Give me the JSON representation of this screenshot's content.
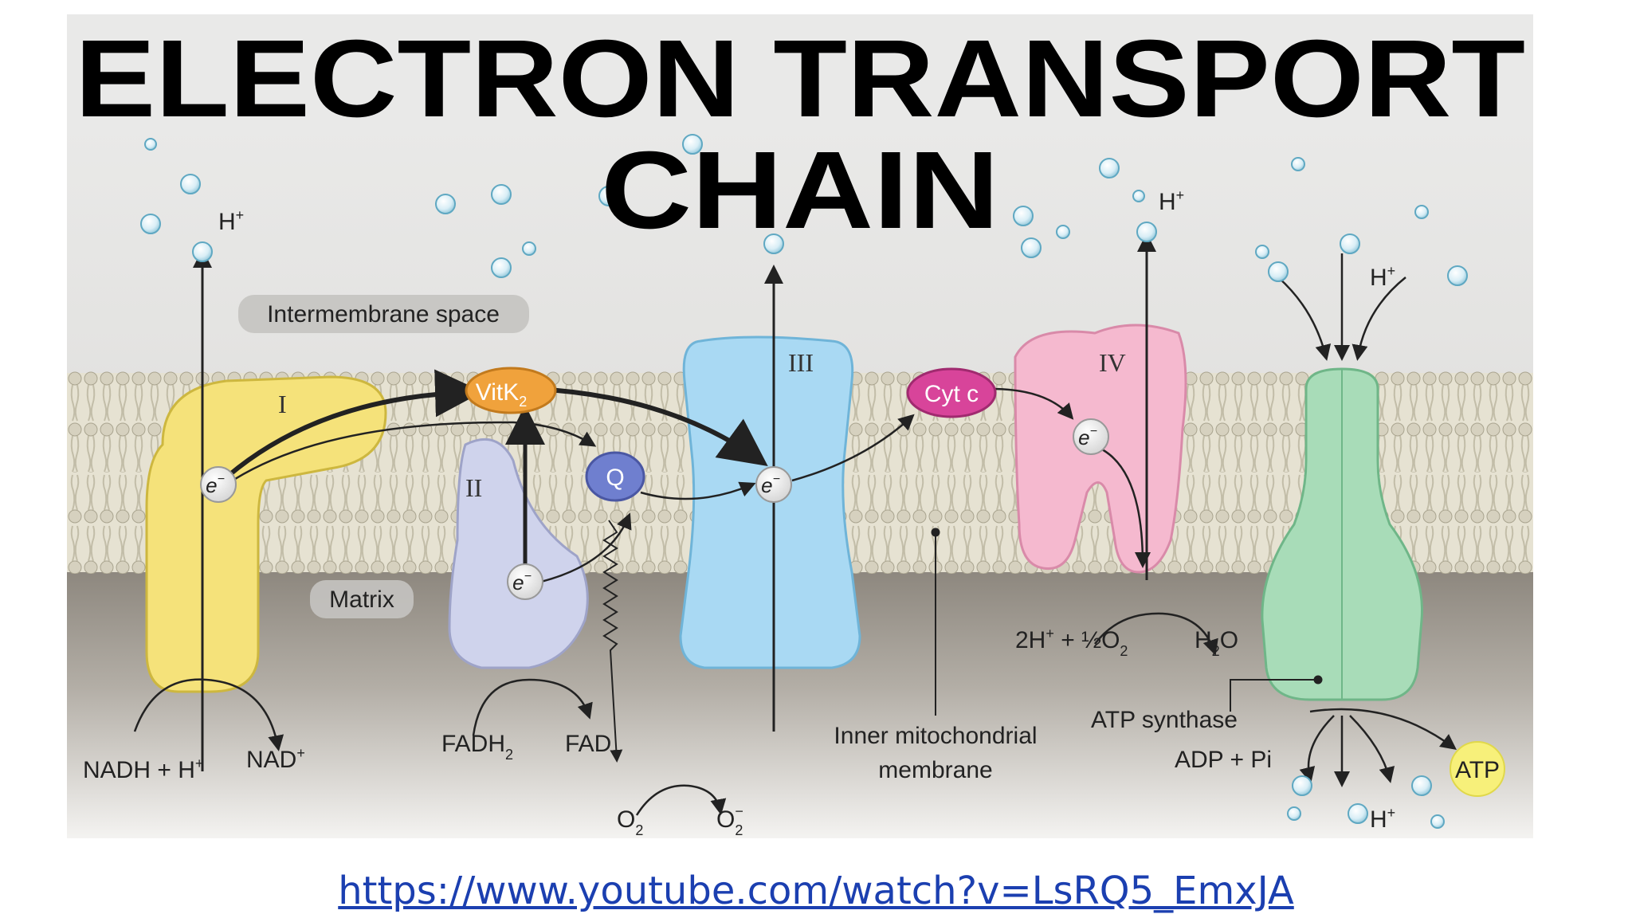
{
  "title": {
    "line1": "ELECTRON TRANSPORT",
    "line2": "CHAIN"
  },
  "regions": {
    "intermembrane": "Intermembrane space",
    "matrix": "Matrix"
  },
  "complexes": {
    "c1": "I",
    "c2": "II",
    "c3": "III",
    "c4": "IV"
  },
  "carriers": {
    "vitk2": "VitK",
    "vitk2_sub": "2",
    "q": "Q",
    "cytc": "Cyt c"
  },
  "electron": "e",
  "electron_sup": "−",
  "proton": "H",
  "proton_sup": "+",
  "reactions": {
    "nadh": "NADH + H",
    "nad": "NAD",
    "fadh2": "FADH",
    "fadh2_sub": "2",
    "fad": "FAD",
    "o2": "O",
    "o2_sub": "2",
    "o2minus": "O",
    "o2minus_sub": "2",
    "o2minus_sup": "−",
    "water_left": "2H",
    "water_mid": " + ½O",
    "water_sub": "2",
    "h2o_h": "H",
    "h2o_sub": "2",
    "h2o_o": "O",
    "adp": "ADP + Pi",
    "atp": "ATP"
  },
  "annotations": {
    "inner_membrane_1": "Inner mitochondrial",
    "inner_membrane_2": "membrane",
    "atp_synthase": "ATP synthase"
  },
  "source_url": "https://www.youtube.com/watch?v=LsRQ5_EmxJA",
  "colors": {
    "complex_i": "#f5e27a",
    "complex_ii": "#cfd3ec",
    "complex_iii": "#a9d9f3",
    "complex_iv": "#f5b9cf",
    "atp_synthase": "#a8dcb8",
    "vitk2": "#f0a23c",
    "q": "#6f7fcf",
    "cytc": "#d8449a",
    "atp": "#f7f07a",
    "link": "#1b3fb0"
  }
}
